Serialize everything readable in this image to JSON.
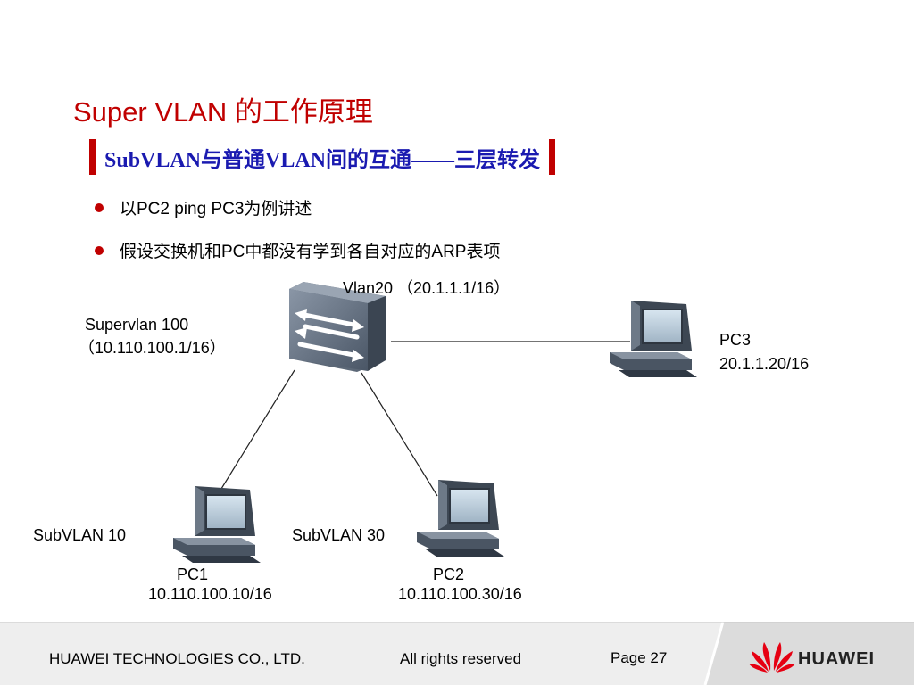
{
  "slide": {
    "title": "Super VLAN 的工作原理",
    "subtitle": "SubVLAN与普通VLAN间的互通——三层转发",
    "bullets": [
      "以PC2 ping PC3为例讲述",
      "假设交换机和PC中都没有学到各自对应的ARP表项"
    ]
  },
  "diagram": {
    "switch_name": "switch",
    "vlan20_label": "Vlan20 （20.1.1.1/16）",
    "supervlan_label": "Supervlan  100",
    "supervlan_ip": "（10.110.100.1/16）",
    "pc3_name": "PC3",
    "pc3_ip": "20.1.1.20/16",
    "subvlan10_label": "SubVLAN 10",
    "subvlan30_label": "SubVLAN 30",
    "pc1_name": "PC1",
    "pc1_ip": "10.110.100.10/16",
    "pc2_name": "PC2",
    "pc2_ip": "10.110.100.30/16"
  },
  "footer": {
    "company": "HUAWEI TECHNOLOGIES CO., LTD.",
    "rights": "All rights reserved",
    "page": "Page 27",
    "brand": "HUAWEI"
  },
  "colors": {
    "title_red": "#c00000",
    "subtitle_blue": "#1a1ab0",
    "device_gray": "#505a64"
  }
}
